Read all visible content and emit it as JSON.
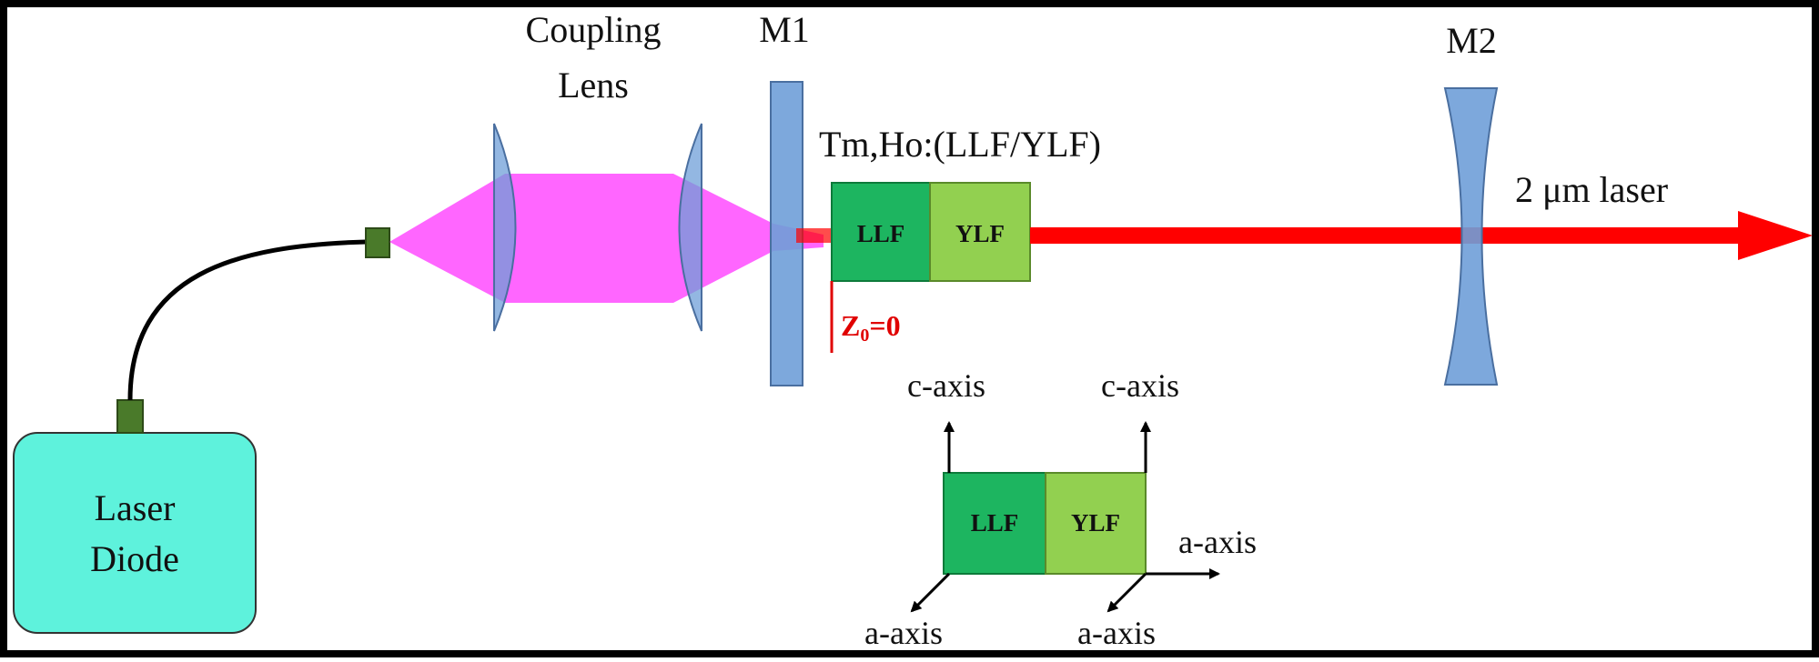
{
  "labels": {
    "coupling_line1": "Coupling",
    "coupling_line2": "Lens",
    "m1": "M1",
    "m2": "M2",
    "crystal": "Tm,Ho:(LLF/YLF)",
    "laser_output": "2 μm laser",
    "laser_diode_line1": "Laser",
    "laser_diode_line2": "Diode",
    "z0": "Z",
    "z0_sub": "0",
    "z0_value": "=0",
    "llf": "LLF",
    "ylf": "YLF",
    "c_axis": "c-axis",
    "a_axis": "a-axis"
  },
  "colors": {
    "border": "#000000",
    "pump_beam": "#ff00ff",
    "laser_beam": "#ff0000",
    "lens_mirror": "#6f9fd8",
    "llf": "#1db560",
    "ylf": "#92d050",
    "laser_diode": "#5ef2dc",
    "fiber_connector": "#4a7a2a",
    "z0_text": "#e00000"
  }
}
